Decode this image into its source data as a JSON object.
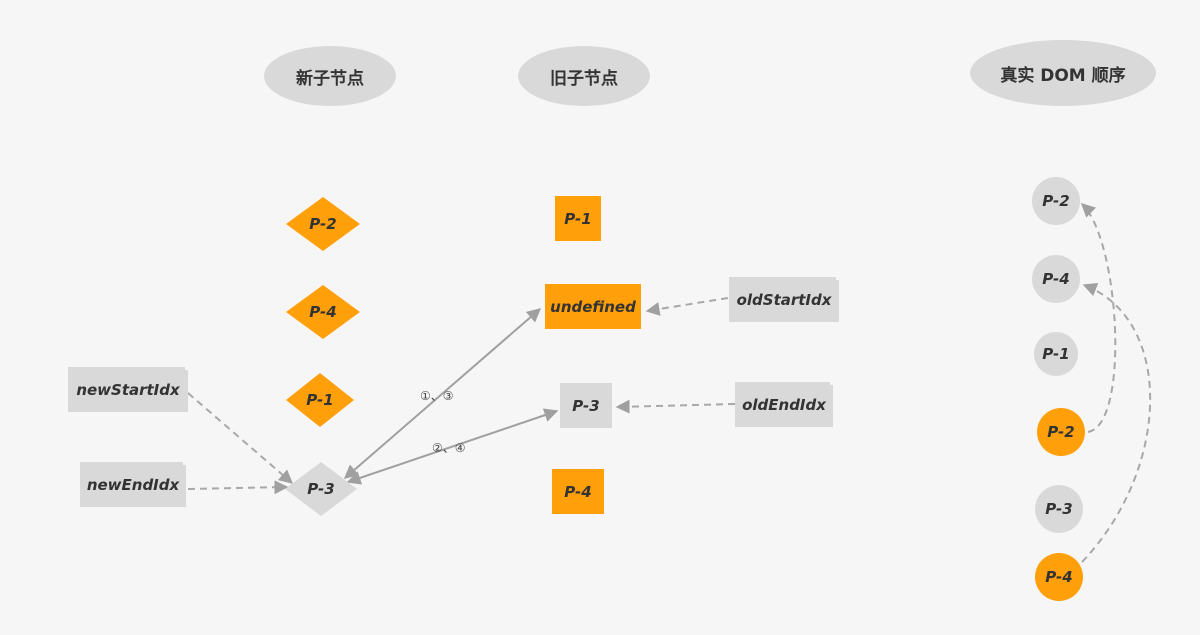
{
  "headers": {
    "new_children": "新子节点",
    "old_children": "旧子节点",
    "real_dom_order": "真实 DOM 顺序"
  },
  "new_nodes": [
    "P-2",
    "P-4",
    "P-1",
    "P-3"
  ],
  "old_nodes": [
    "P-1",
    "undefined",
    "P-3",
    "P-4"
  ],
  "pointers": {
    "new_start": "newStartIdx",
    "new_end": "newEndIdx",
    "old_start": "oldStartIdx",
    "old_end": "oldEndIdx"
  },
  "compare_labels": {
    "upper": "①、③",
    "lower": "②、④"
  },
  "real_dom": [
    "P-2",
    "P-4",
    "P-1",
    "P-2",
    "P-3",
    "P-4"
  ],
  "colors": {
    "orange": "#ff9f0a",
    "gray": "#d9d9d9",
    "arrow": "#a0a0a0",
    "background": "#f6f6f6"
  }
}
